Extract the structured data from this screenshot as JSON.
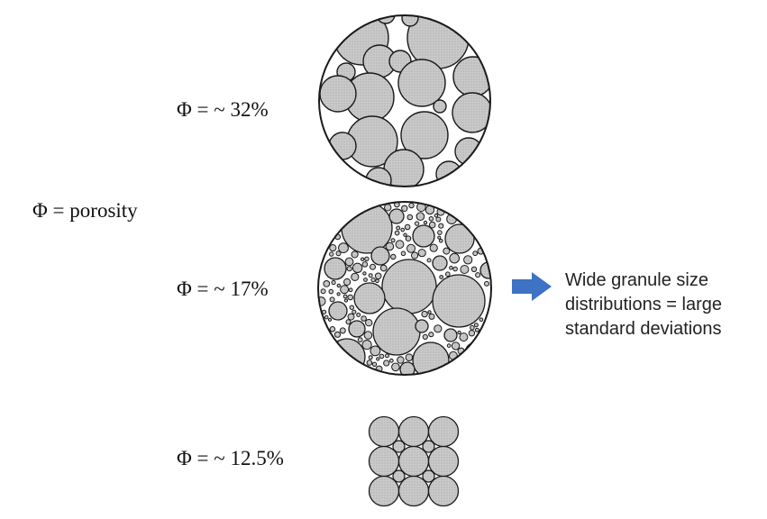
{
  "diagram": {
    "legend": "Φ = porosity",
    "packings": [
      {
        "porosity_label": "Φ = ~ 32%"
      },
      {
        "porosity_label": "Φ = ~ 17%"
      },
      {
        "porosity_label": "Φ = ~ 12.5%"
      }
    ],
    "note_lines": [
      "Wide granule size",
      "distributions = large",
      "standard deviations"
    ],
    "colors": {
      "granule_fill": "#c8c8c8",
      "granule_stroke": "#1a1a1a",
      "arrow": "#3d72c4"
    }
  }
}
